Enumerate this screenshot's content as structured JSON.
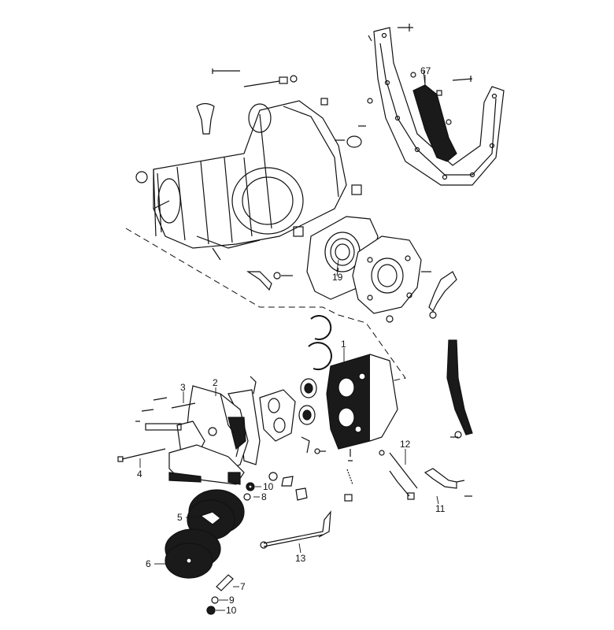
{
  "diagram": {
    "callouts": [
      {
        "id": "c67",
        "text": "67"
      },
      {
        "id": "c19",
        "text": "19"
      },
      {
        "id": "c1",
        "text": "1"
      },
      {
        "id": "c2",
        "text": "2"
      },
      {
        "id": "c3",
        "text": "3"
      },
      {
        "id": "c4",
        "text": "4"
      },
      {
        "id": "c5",
        "text": "5"
      },
      {
        "id": "c6",
        "text": "6"
      },
      {
        "id": "c7",
        "text": "7"
      },
      {
        "id": "c8",
        "text": "8"
      },
      {
        "id": "c9",
        "text": "9"
      },
      {
        "id": "c10a",
        "text": "10"
      },
      {
        "id": "c10b",
        "text": "10"
      },
      {
        "id": "c11",
        "text": "11"
      },
      {
        "id": "c12",
        "text": "12"
      },
      {
        "id": "c13",
        "text": "13"
      }
    ],
    "colors": {
      "ink": "#111111",
      "paper": "#ffffff",
      "part_dark": "#1a1a1a"
    }
  }
}
